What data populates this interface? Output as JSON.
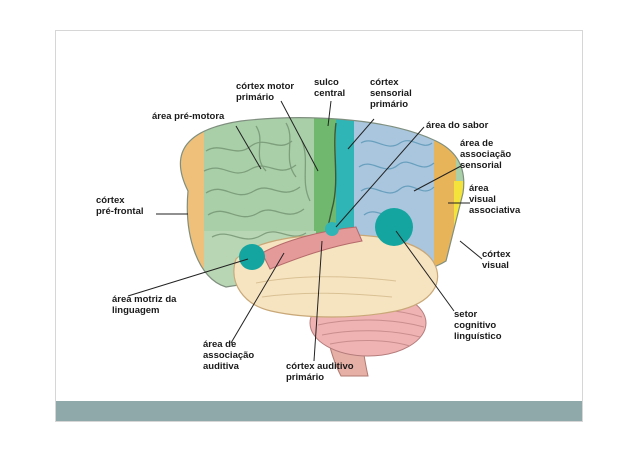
{
  "colors": {
    "frontal": "#a9cfa8",
    "prefrontal": "#efc07a",
    "motor": "#6fb86d",
    "somatosensory": "#2fb5b5",
    "parietal": "#a9c6de",
    "visual_assoc": "#e7b45a",
    "visual": "#f3e33b",
    "temporal": "#f6e3c0",
    "auditory": "#e59a9a",
    "cerebellum": "#efb3b3",
    "brainstem": "#e6b0a6",
    "teal_spot": "#14a5a0",
    "footer": "#8fa9ab"
  },
  "labels": {
    "motor_cortex": "córtex motor\nprimário",
    "central_sulcus": "sulco\ncentral",
    "sensory_cortex": "córtex\nsensorial\nprimário",
    "premotor_area": "área pré-motora",
    "taste_area": "área do sabor",
    "sensory_assoc_area": "área de\nassociação\nsensorial",
    "visual_assoc_area": "área\nvisual\nassociativa",
    "prefrontal_cortex": "córtex\npré-frontal",
    "visual_cortex": "córtex\nvisual",
    "language_motor_area": "área motriz da\nlinguagem",
    "cognitive_linguistic_sector": "setor\ncognitivo\nlinguístico",
    "auditory_assoc_area": "área de\nassociação\nauditiva",
    "primary_auditory_cortex": "córtex auditivo\nprimário"
  }
}
